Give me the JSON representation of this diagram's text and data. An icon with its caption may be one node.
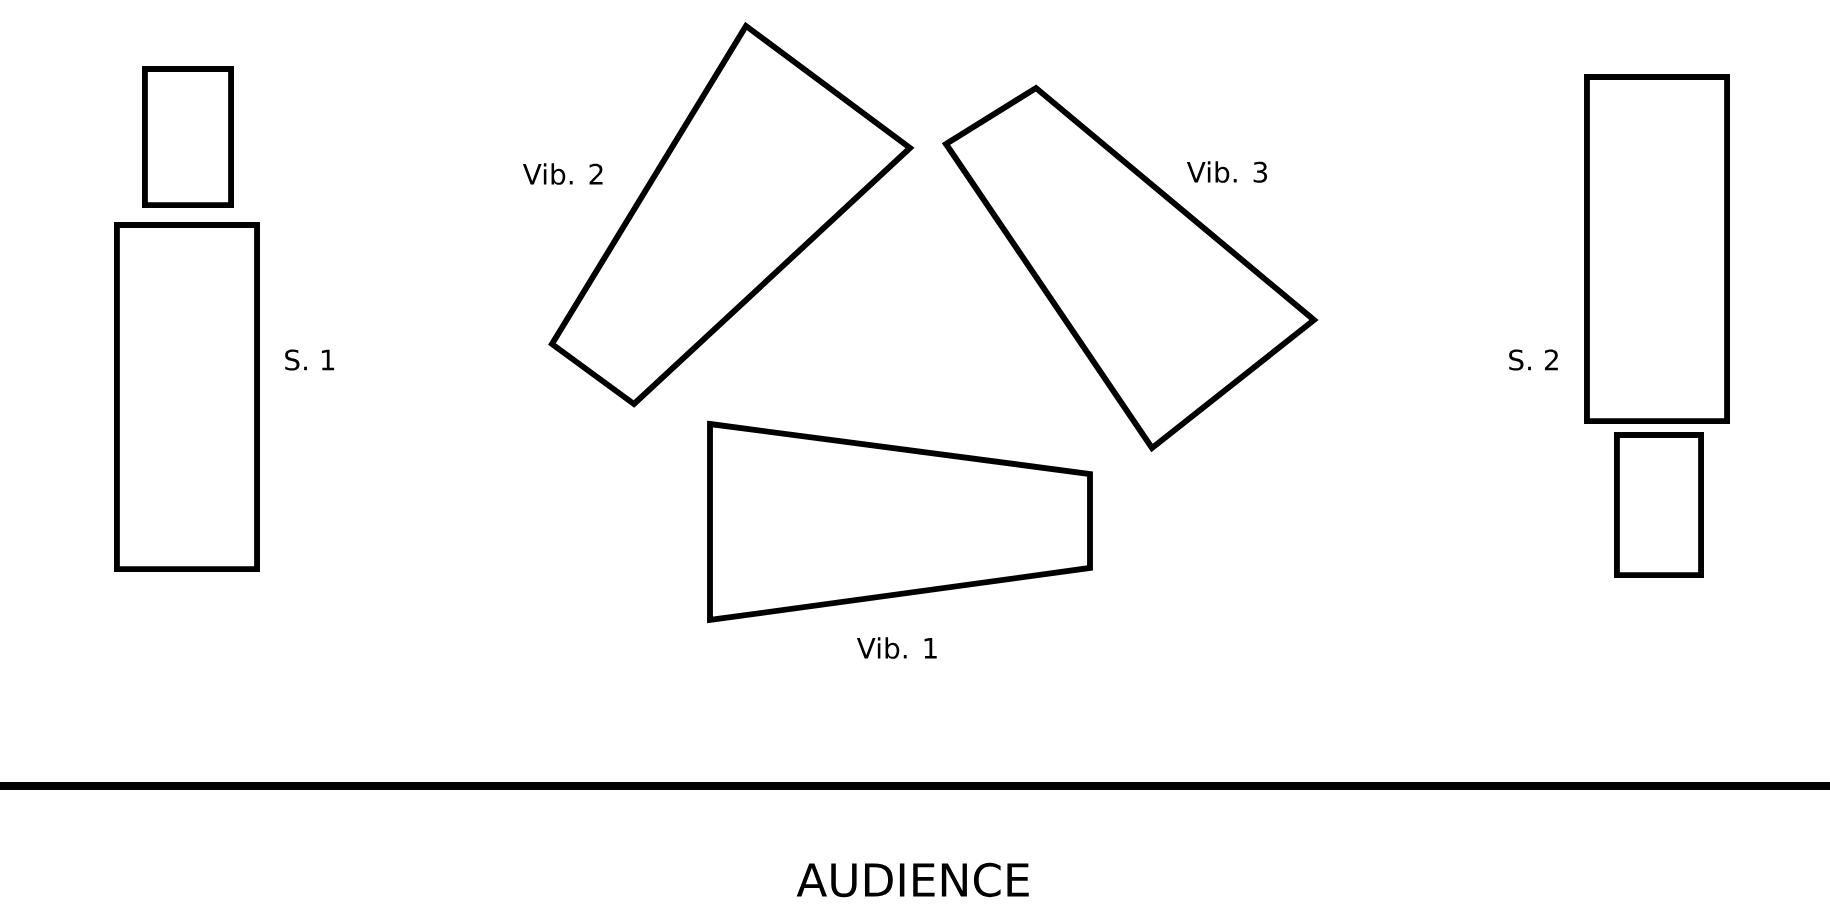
{
  "diagram": {
    "nodes": [
      {
        "text": [],
        "shape": "box"
      },
      {
        "text": [],
        "shape": "box",
        "beside": [
          "S. 1"
        ]
      },
      {
        "text": [],
        "shape": "trapezoid",
        "beside": [
          "Vib. 2"
        ]
      },
      {
        "text": [],
        "shape": "trapezoid",
        "beside": [
          "Vib. 3"
        ]
      },
      {
        "text": [],
        "shape": "box",
        "beside": [
          "S. 2"
        ]
      },
      {
        "text": [],
        "shape": "box"
      },
      {
        "text": [],
        "shape": "trapezoid",
        "beside": [
          "Vib. 1"
        ]
      }
    ],
    "labels": [
      "AUDIENCE"
    ]
  }
}
